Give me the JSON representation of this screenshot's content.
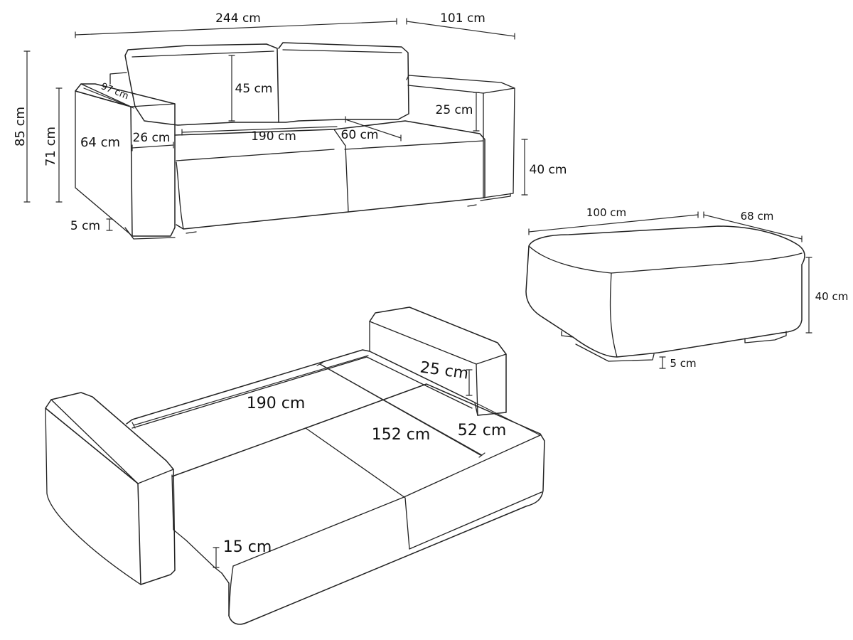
{
  "sofa_front": {
    "width": "244 cm",
    "depth": "101 cm",
    "total_height": "85 cm",
    "arm_height": "71 cm",
    "arm_depth": "97 cm",
    "arm_side_height": "64 cm",
    "arm_width": "26 cm",
    "leg_height": "5 cm",
    "back_cushion_height": "45 cm",
    "seat_width": "190 cm",
    "seat_depth": "60 cm",
    "arm_above_seat": "25 cm",
    "seat_height": "40 cm"
  },
  "ottoman": {
    "width": "100 cm",
    "depth": "68 cm",
    "height": "40 cm",
    "leg_height": "5 cm"
  },
  "sofa_bed": {
    "bed_width": "190 cm",
    "bed_length": "152 cm",
    "arm_above_bed": "25 cm",
    "back_depth": "52 cm",
    "mattress_thickness": "15 cm"
  }
}
